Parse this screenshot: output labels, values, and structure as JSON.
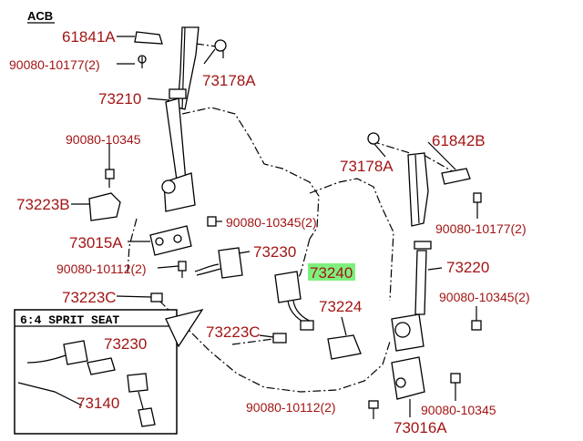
{
  "diagram": {
    "header": "ACB",
    "inset_title": "6:4 SPRIT SEAT",
    "highlight_color": "#7ef07e",
    "label_color": "#a31515",
    "labels": {
      "p61841A": "61841A",
      "p90080_10177_l": "90080-10177(2)",
      "p73178A_l": "73178A",
      "p73210": "73210",
      "p90080_10345_l": "90080-10345",
      "p73223B": "73223B",
      "p73015A": "73015A",
      "p90080_10345_2_c": "90080-10345(2)",
      "p73230": "73230",
      "p90080_10112_l": "90080-10112(2)",
      "p73240": "73240",
      "p73223C_l": "73223C",
      "p73224": "73224",
      "p73223C_c": "73223C",
      "p73178A_r": "73178A",
      "p61842B": "61842B",
      "p90080_10177_r": "90080-10177(2)",
      "p73220": "73220",
      "p90080_10345_2_r": "90080-10345(2)",
      "p90080_10112_b": "90080-10112(2)",
      "p90080_10345_b": "90080-10345",
      "p73016A": "73016A",
      "inset_73230": "73230",
      "inset_73140": "73140"
    }
  }
}
